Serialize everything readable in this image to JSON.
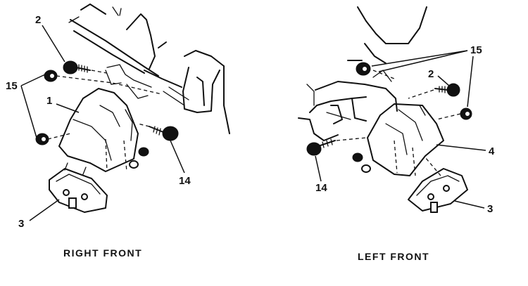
{
  "callouts": {
    "right": {
      "c2": "2",
      "c15": "15",
      "c1": "1",
      "c14": "14",
      "c3": "3"
    },
    "left": {
      "c15": "15",
      "c2": "2",
      "c4": "4",
      "c14": "14",
      "c3": "3"
    }
  },
  "captions": {
    "right": "RIGHT FRONT",
    "left": "LEFT FRONT"
  }
}
